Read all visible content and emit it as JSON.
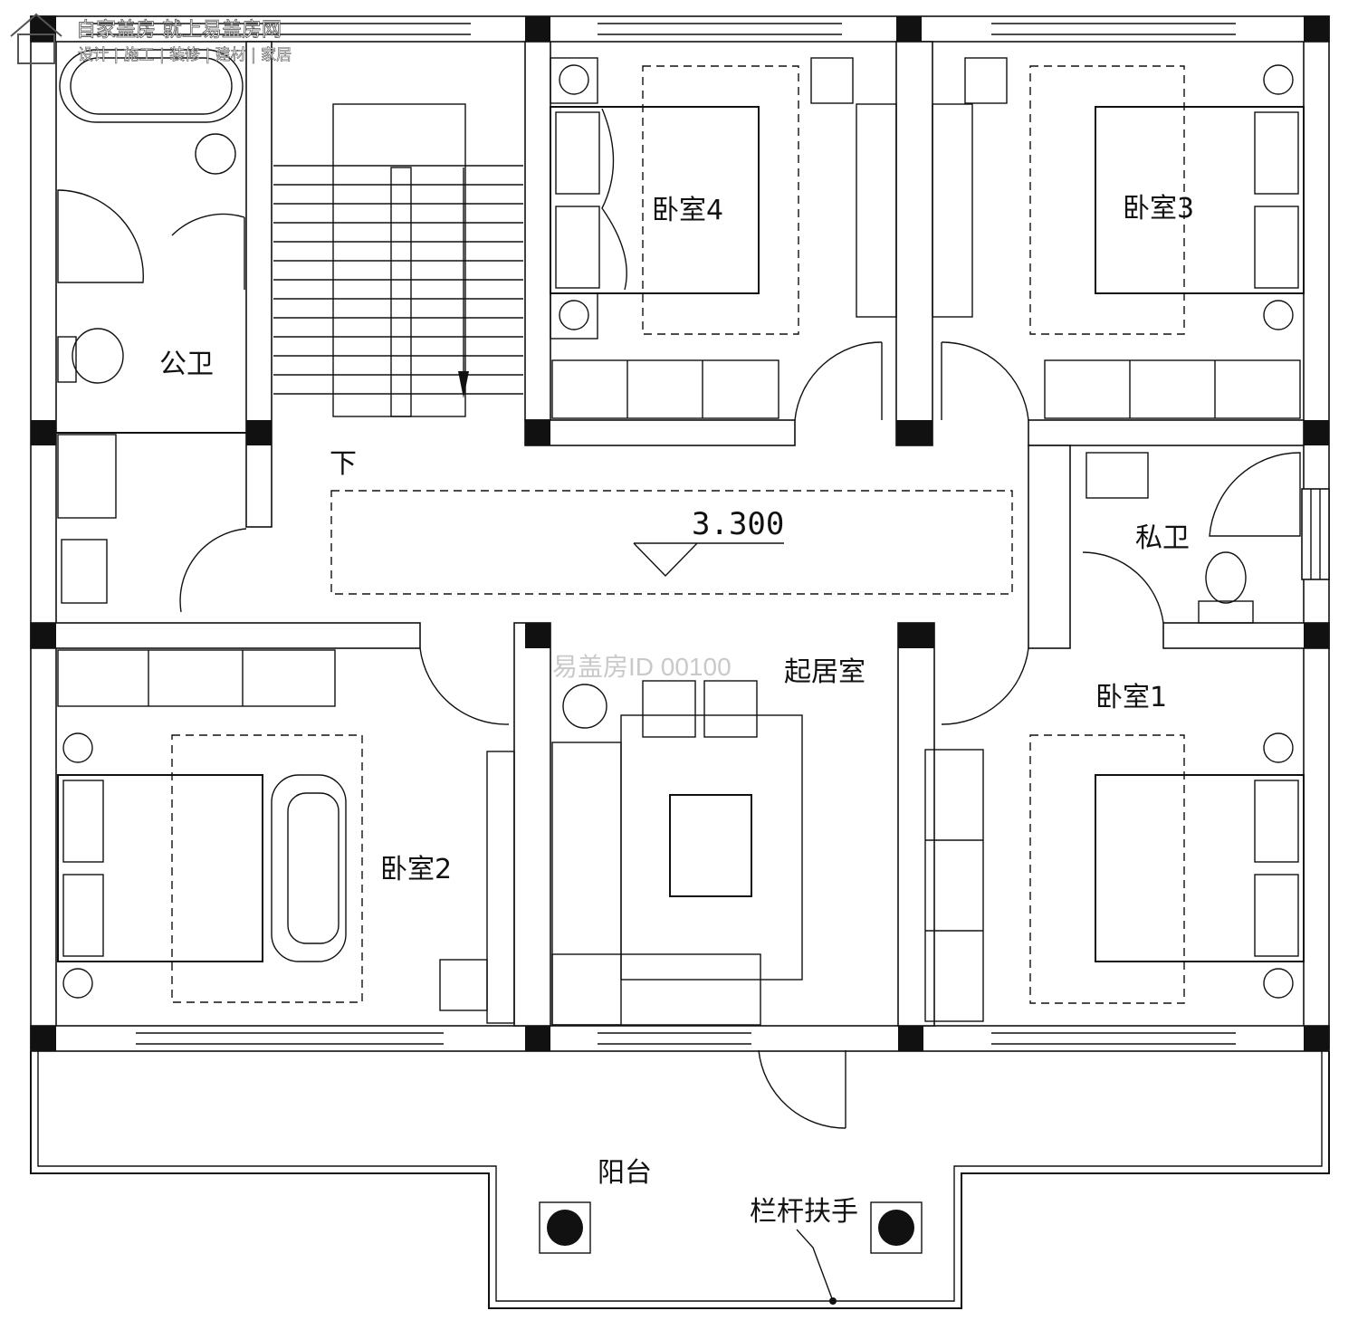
{
  "watermark": {
    "brand_line": "自家盖房 就上易盖房网",
    "services_line": "设计 | 施工 | 装修 | 建材 | 家居",
    "plan_id": "易盖房ID 00100"
  },
  "rooms": {
    "bedroom4": "卧室4",
    "bedroom3": "卧室3",
    "bedroom2": "卧室2",
    "bedroom1": "卧室1",
    "public_bath": "公卫",
    "private_bath": "私卫",
    "living_room": "起居室",
    "balcony": "阳台"
  },
  "annotations": {
    "stair_down": "下",
    "floor_elevation": "3.300",
    "railing_handrail": "栏杆扶手"
  },
  "colors": {
    "line": "#111111",
    "background": "#ffffff",
    "watermark_text": "#c9c9c9"
  }
}
